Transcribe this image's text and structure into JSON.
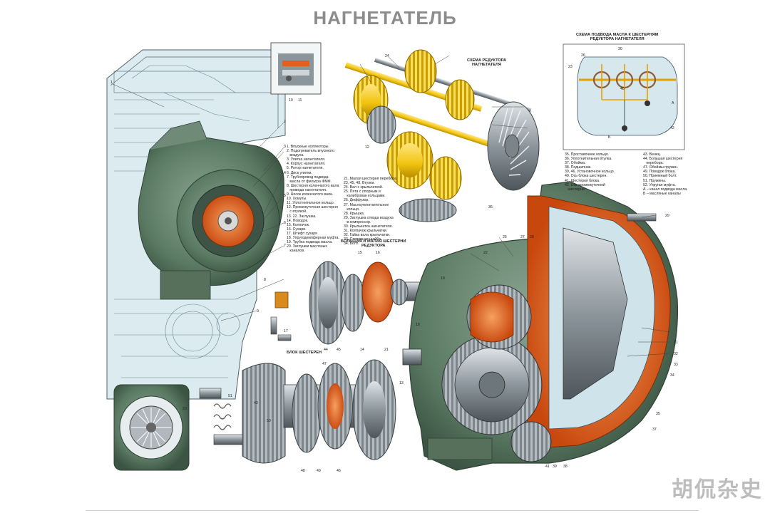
{
  "title": "НАГНЕТАТЕЛЬ",
  "captions": {
    "reducer_scheme": "СХЕМА РЕДУКТОРА\nНАГНЕТАТЕЛЯ",
    "oil_scheme": "СХЕМА ПОДВОДА МАСЛА К ШЕСТЕРНЯМ\nРЕДУКТОРА НАГНЕТАТЕЛЯ",
    "gears_big_small": "БОЛЬШАЯ И МАЛАЯ ШЕСТЕРНИ\nРЕДУКТОРА",
    "gear_block": "БЛОК ШЕСТЕРЕН"
  },
  "legend_left": "1. Впускные коллекторы.\n2. Подогреватель впускного\n   воздуха.\n3. Улитка нагнетателя.\n4. Корпус нагнетателя.\n5. Ротор нагнетателя.\n6. Диск улитки.\n7. Трубопровод подвода\n   масла от фильтра ФМФ.\n8. Шестерня коленчатого вала\n   привода нагнетателя.\n9. Носок коленчатого вала.\n10. Хомуты.\n11. Уплотнительное кольцо.\n12. Промежуточная шестерня\n   с втулкой.\n13. 22. Заглушка.\n14. Поводок.\n15. Колпачок.\n16. Сухари.\n17. Штифт сухаря\n18. Упругодемпферная муфта.\n19. Трубка подвода масла.\n20. Заглушки масляных\n   каналов.",
  "legend_mid": "21. Малая шестерня перебора.\n23, 45, 48. Втулки.\n24. Вал с крыльчаткой.\n25. Пята с опорным и\n   калиброван кольцами.\n26. Диффузор.\n27. Маслоуплотнительное\n   кольцо.\n28. Крышка.\n29. Заглушка отвода воздуха\n   в компрессор.\n30. Крыльчатка нагнетателя.\n31. Колпачок крыльчатки.\n32. Гайка вала крыльчатки.\n33. Стопорная шайба.\n34. Болт.",
  "legend_right_a": "35. Проставочное кольцо.\n36. Уплотнительная втулка.\n37. Обойма.\n38. Подшипник.\n39, 46. Установочное кольцо.\n40. Ось блока шестерен.\n41. Шестерня блока.\n42. Ось промежуточной\n   шестерни.",
  "legend_right_b": "43. Венец.\n44. Большая шестерня\n   перебора.\n47. Обоймы пружин.\n49. Поводок блока.\n50. Приемный болт.\n51. Пружины.\n52. Упругая муфта.\nА – канал подвода масла.\nБ – масляные каналы",
  "watermark": "胡侃杂史",
  "colors": {
    "housing_green": "#5b7a63",
    "cut_orange": "#e0601c",
    "gear_yellow": "#f1c40f",
    "engine_blue": "#cfe3ea",
    "metal_gray": "#9aa3a8"
  },
  "callouts": [
    {
      "text": "1"
    },
    {
      "text": "2"
    },
    {
      "text": "3"
    },
    {
      "text": "4"
    },
    {
      "text": "5"
    },
    {
      "text": "6"
    },
    {
      "text": "7"
    },
    {
      "text": "8"
    },
    {
      "text": "9"
    },
    {
      "text": "10"
    },
    {
      "text": "11"
    },
    {
      "text": "12"
    },
    {
      "text": "13"
    },
    {
      "text": "14"
    },
    {
      "text": "15"
    },
    {
      "text": "16"
    },
    {
      "text": "17"
    },
    {
      "text": "18"
    },
    {
      "text": "19"
    },
    {
      "text": "20"
    },
    {
      "text": "21"
    },
    {
      "text": "22"
    },
    {
      "text": "23"
    },
    {
      "text": "24"
    },
    {
      "text": "25"
    },
    {
      "text": "26"
    },
    {
      "text": "27"
    },
    {
      "text": "28"
    },
    {
      "text": "29"
    },
    {
      "text": "30"
    },
    {
      "text": "31"
    },
    {
      "text": "32"
    },
    {
      "text": "33"
    },
    {
      "text": "34"
    },
    {
      "text": "35"
    },
    {
      "text": "36"
    },
    {
      "text": "37"
    },
    {
      "text": "38"
    },
    {
      "text": "39"
    },
    {
      "text": "40"
    },
    {
      "text": "41"
    },
    {
      "text": "42"
    },
    {
      "text": "43"
    },
    {
      "text": "44"
    },
    {
      "text": "45"
    },
    {
      "text": "46"
    },
    {
      "text": "47"
    },
    {
      "text": "48"
    },
    {
      "text": "49"
    },
    {
      "text": "50"
    },
    {
      "text": "51"
    },
    {
      "text": "А"
    },
    {
      "text": "Б"
    }
  ]
}
